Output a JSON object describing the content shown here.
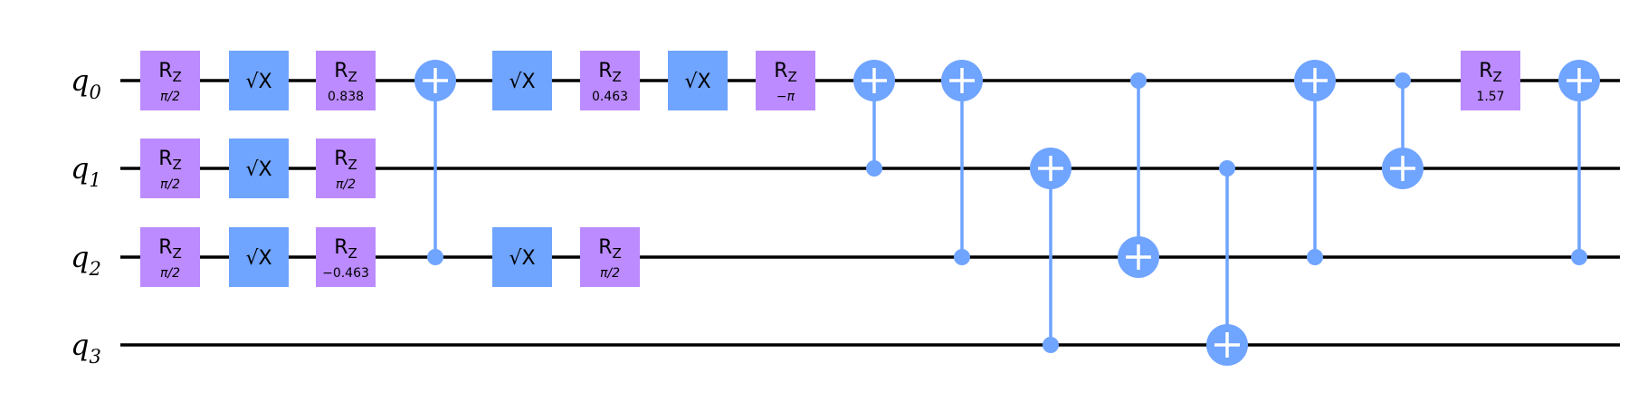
{
  "circuit": {
    "qubits": [
      {
        "symbol": "q",
        "index": "0"
      },
      {
        "symbol": "q",
        "index": "1"
      },
      {
        "symbol": "q",
        "index": "2"
      },
      {
        "symbol": "q",
        "index": "3"
      }
    ],
    "colors": {
      "rz_gate": "#bb8bff",
      "sx_gate": "#6fa4ff",
      "cx": "#6fa4ff",
      "wire": "#000000",
      "background": "#ffffff"
    },
    "operations": [
      {
        "gate": "rz",
        "qubit": 0,
        "column": 0,
        "param": "π/2"
      },
      {
        "gate": "rz",
        "qubit": 1,
        "column": 0,
        "param": "π/2"
      },
      {
        "gate": "rz",
        "qubit": 2,
        "column": 0,
        "param": "π/2"
      },
      {
        "gate": "sx",
        "qubit": 0,
        "column": 1
      },
      {
        "gate": "sx",
        "qubit": 1,
        "column": 1
      },
      {
        "gate": "sx",
        "qubit": 2,
        "column": 1
      },
      {
        "gate": "rz",
        "qubit": 0,
        "column": 2,
        "param": "0.838"
      },
      {
        "gate": "rz",
        "qubit": 1,
        "column": 2,
        "param": "π/2"
      },
      {
        "gate": "rz",
        "qubit": 2,
        "column": 2,
        "param": "−0.463"
      },
      {
        "gate": "cx",
        "control": 2,
        "target": 0,
        "column": 3
      },
      {
        "gate": "sx",
        "qubit": 0,
        "column": 4
      },
      {
        "gate": "sx",
        "qubit": 2,
        "column": 4
      },
      {
        "gate": "rz",
        "qubit": 0,
        "column": 5,
        "param": "0.463"
      },
      {
        "gate": "rz",
        "qubit": 2,
        "column": 5,
        "param": "π/2"
      },
      {
        "gate": "sx",
        "qubit": 0,
        "column": 6
      },
      {
        "gate": "rz",
        "qubit": 0,
        "column": 7,
        "param": "−π"
      },
      {
        "gate": "cx",
        "control": 1,
        "target": 0,
        "column": 8
      },
      {
        "gate": "cx",
        "control": 2,
        "target": 0,
        "column": 9
      },
      {
        "gate": "cx",
        "control": 3,
        "target": 1,
        "column": 10
      },
      {
        "gate": "cx",
        "control": 0,
        "target": 2,
        "column": 11
      },
      {
        "gate": "cx",
        "control": 1,
        "target": 3,
        "column": 12
      },
      {
        "gate": "cx",
        "control": 2,
        "target": 0,
        "column": 13
      },
      {
        "gate": "cx",
        "control": 0,
        "target": 1,
        "column": 14
      },
      {
        "gate": "rz",
        "qubit": 0,
        "column": 15,
        "param": "1.57"
      },
      {
        "gate": "cx",
        "control": 2,
        "target": 0,
        "column": 16
      }
    ],
    "gate_labels": {
      "rz_main": "R",
      "rz_sub": "Z",
      "sx": "√X"
    }
  }
}
